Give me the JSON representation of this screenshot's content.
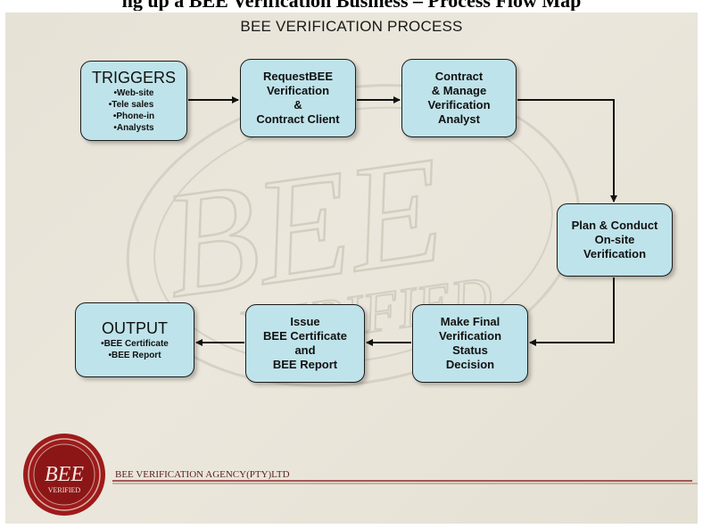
{
  "heading_cut": "ng up a BEE Verification Business – Process Flow Map",
  "slide_title": "BEE VERIFICATION PROCESS",
  "watermark": {
    "main": "BEE",
    "sub": "VERIFIED"
  },
  "boxes": {
    "triggers": {
      "title": "TRIGGERS",
      "items": [
        "Web-site",
        "•Tele sales",
        "Phone-in",
        "Analysts"
      ]
    },
    "request": {
      "lines": [
        "RequestBEE",
        "Verification",
        "&",
        "Contract Client"
      ]
    },
    "contract": {
      "lines": [
        "Contract",
        "& Manage",
        "Verification",
        "Analyst"
      ]
    },
    "plan": {
      "lines": [
        "Plan & Conduct",
        "On-site",
        "Verification"
      ]
    },
    "final": {
      "lines": [
        "Make Final",
        "Verification",
        "Status",
        "Decision"
      ]
    },
    "issue": {
      "lines": [
        "Issue",
        "BEE Certificate",
        "and",
        "BEE Report"
      ]
    },
    "output": {
      "title": "OUTPUT",
      "items": [
        "BEE Certificate",
        "BEE Report"
      ]
    }
  },
  "footer": {
    "seal_text": "BEE",
    "seal_sub": "VERIFIED",
    "agency": "BEE VERIFICATION AGENCY(PTY)LTD"
  },
  "colors": {
    "box_fill": "#bfe3ea",
    "arrow": "#111111",
    "seal": "#9e1b1b",
    "footer_rule": "#8a2a2a"
  }
}
